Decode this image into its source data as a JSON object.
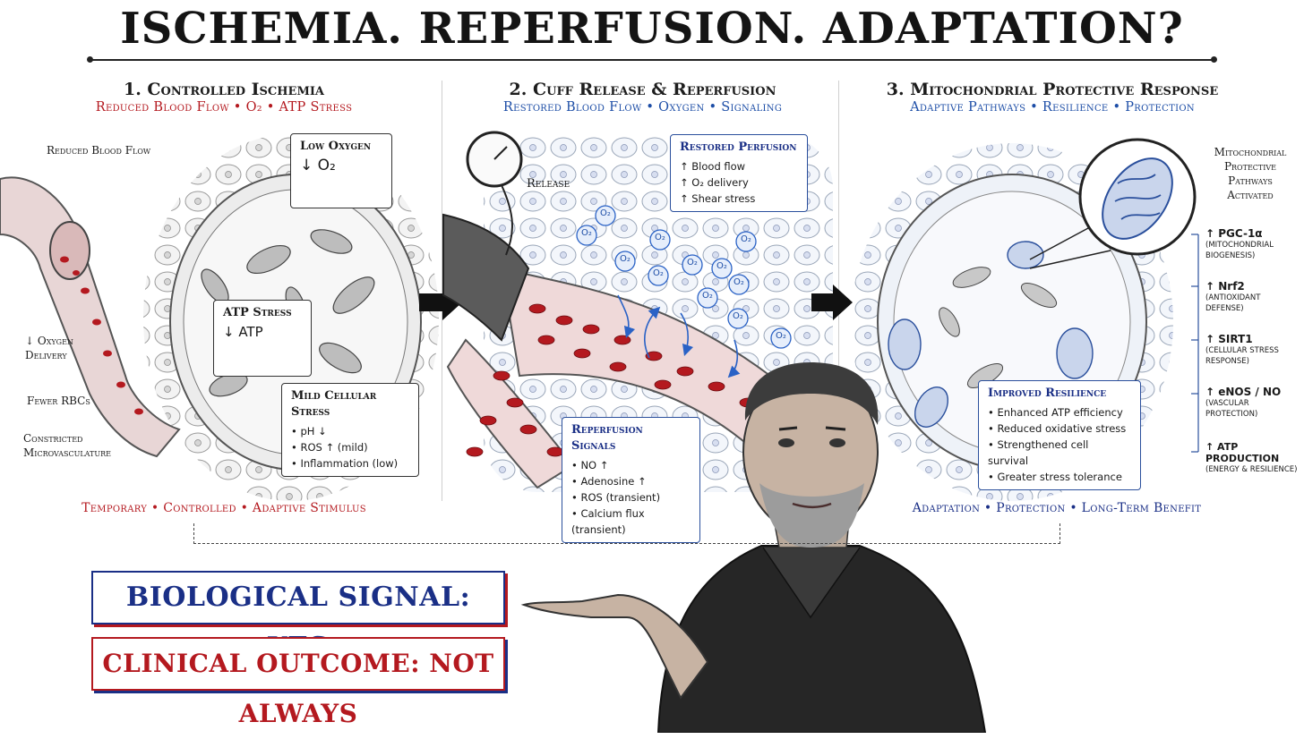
{
  "title": "ISCHEMIA. REPERFUSION. ADAPTATION?",
  "panels": [
    {
      "title": "1. Controlled Ischemia",
      "subtitle": "Reduced Blood Flow • O₂ • ATP Stress",
      "labels": {
        "reduced_flow": "Reduced Blood Flow",
        "oxygen_delivery": "↓ Oxygen Delivery",
        "fewer_rbcs": "Fewer RBCs",
        "constricted": "Constricted Microvasculature"
      },
      "callouts": {
        "low_oxygen": {
          "title": "Low Oxygen",
          "value": "↓ O₂"
        },
        "atp_stress": {
          "title": "ATP Stress",
          "value": "↓ ATP"
        },
        "mild_stress": {
          "title": "Mild Cellular Stress",
          "items": [
            "pH ↓",
            "ROS ↑ (mild)",
            "Inflammation (low)"
          ]
        }
      },
      "banner": "Temporary • Controlled • Adaptive Stimulus"
    },
    {
      "title": "2. Cuff Release & Reperfusion",
      "subtitle": "Restored Blood Flow • Oxygen • Signaling",
      "labels": {
        "release": "Release",
        "o2": "O₂"
      },
      "callouts": {
        "restored": {
          "title": "Restored Perfusion",
          "items": [
            "↑ Blood flow",
            "↑ O₂ delivery",
            "↑ Shear stress"
          ]
        },
        "signals": {
          "title": "Reperfusion Signals",
          "items": [
            "NO ↑",
            "Adenosine ↑",
            "ROS (transient)",
            "Calcium flux (transient)"
          ]
        }
      }
    },
    {
      "title": "3. Mitochondrial Protective Response",
      "subtitle": "Adaptive Pathways • Resilience • Protection",
      "callouts": {
        "resilience": {
          "title": "Improved Resilience",
          "items": [
            "Enhanced ATP efficiency",
            "Reduced oxidative stress",
            "Strengthened cell survival",
            "Greater stress tolerance"
          ]
        }
      },
      "side_title": "Mitochondrial Protective Pathways Activated",
      "pathways": [
        {
          "name": "↑ PGC-1α",
          "detail": "(MITOCHONDRIAL BIOGENESIS)"
        },
        {
          "name": "↑ Nrf2",
          "detail": "(ANTIOXIDANT DEFENSE)"
        },
        {
          "name": "↑ SIRT1",
          "detail": "(CELLULAR STRESS RESPONSE)"
        },
        {
          "name": "↑ eNOS / NO",
          "detail": "(VASCULAR PROTECTION)"
        },
        {
          "name": "↑ ATP PRODUCTION",
          "detail": "(ENERGY & RESILIENCE)"
        }
      ],
      "banner": "Adaptation • Protection • Long-Term Benefit"
    }
  ],
  "verdicts": {
    "yes": "BIOLOGICAL SIGNAL: YES",
    "no": "CLINICAL OUTCOME: NOT ALWAYS"
  },
  "colors": {
    "red": "#b4191f",
    "blue": "#1c4da6",
    "navy": "#1a2f86"
  }
}
